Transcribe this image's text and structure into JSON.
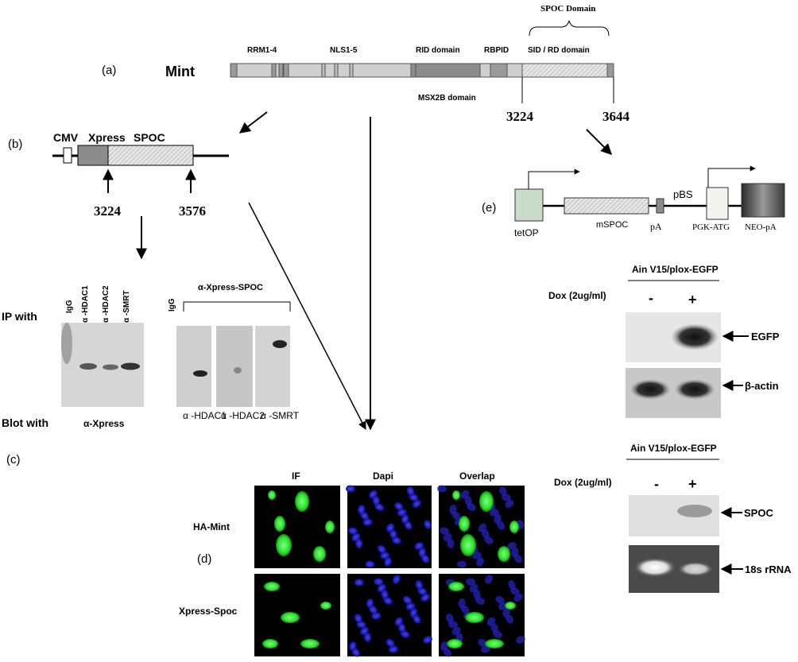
{
  "panel_letters": {
    "a": "(a)",
    "b": "(b)",
    "c": "(c)",
    "d": "(d)",
    "e": "(e)"
  },
  "panel_a": {
    "protein": "Mint",
    "domain_labels": {
      "rrm": "RRM1-4",
      "nls": "NLS1-5",
      "rid": "RID domain",
      "rbpid": "RBPID",
      "spoc": "SPOC  Domain",
      "sid_rd": "SID / RD domain",
      "msx2b": "MSX2B domain"
    },
    "positions": {
      "start": "3224",
      "end": "3644"
    }
  },
  "panel_b": {
    "labels": {
      "cmv": "CMV",
      "xpress": "Xpress",
      "spoc": "SPOC"
    },
    "positions": {
      "start": "3224",
      "end": "3576"
    }
  },
  "panel_c": {
    "ip_label": "IP with",
    "blot_label": "Blot with",
    "left_lanes": [
      "IgG",
      "α -HDAC1",
      "α -HDAC2",
      "α -SMRT"
    ],
    "left_blot_antibody": "α-Xpress",
    "right_group_label": "α-Xpress-SPOC",
    "right_igg": "IgG",
    "right_blot_labels": [
      "α -HDAC1",
      "α -HDAC2",
      "α -SMRT"
    ]
  },
  "panel_d": {
    "column_headers": [
      "IF",
      "Dapi",
      "Overlap"
    ],
    "row_labels": [
      "HA-Mint",
      "Xpress-Spoc"
    ]
  },
  "panel_e": {
    "construct": {
      "tetop": "tetOP",
      "mspoc": "mSPOC",
      "pa": "pA",
      "pbs": "pBS",
      "pgk": "PGK-ATG",
      "neo": "NEO-pA"
    },
    "western": {
      "cell_line": "Ain V15/plox-EGFP",
      "dox_label": "Dox (2ug/ml)",
      "minus": "-",
      "plus": "+",
      "bands": [
        "EGFP",
        "β-actin"
      ]
    },
    "northern": {
      "cell_line": "Ain V15/plox-EGFP",
      "dox_label": "Dox (2ug/ml)",
      "minus": "-",
      "plus": "+",
      "bands": [
        "SPOC",
        "18s rRNA"
      ]
    }
  },
  "colors": {
    "domain_gray": "#c8c8c8",
    "domain_dark": "#8c8c8c",
    "gfp_green": "#2fe02f",
    "dapi_blue": "#2828e0",
    "tetop_box": "#c9dcc9"
  }
}
